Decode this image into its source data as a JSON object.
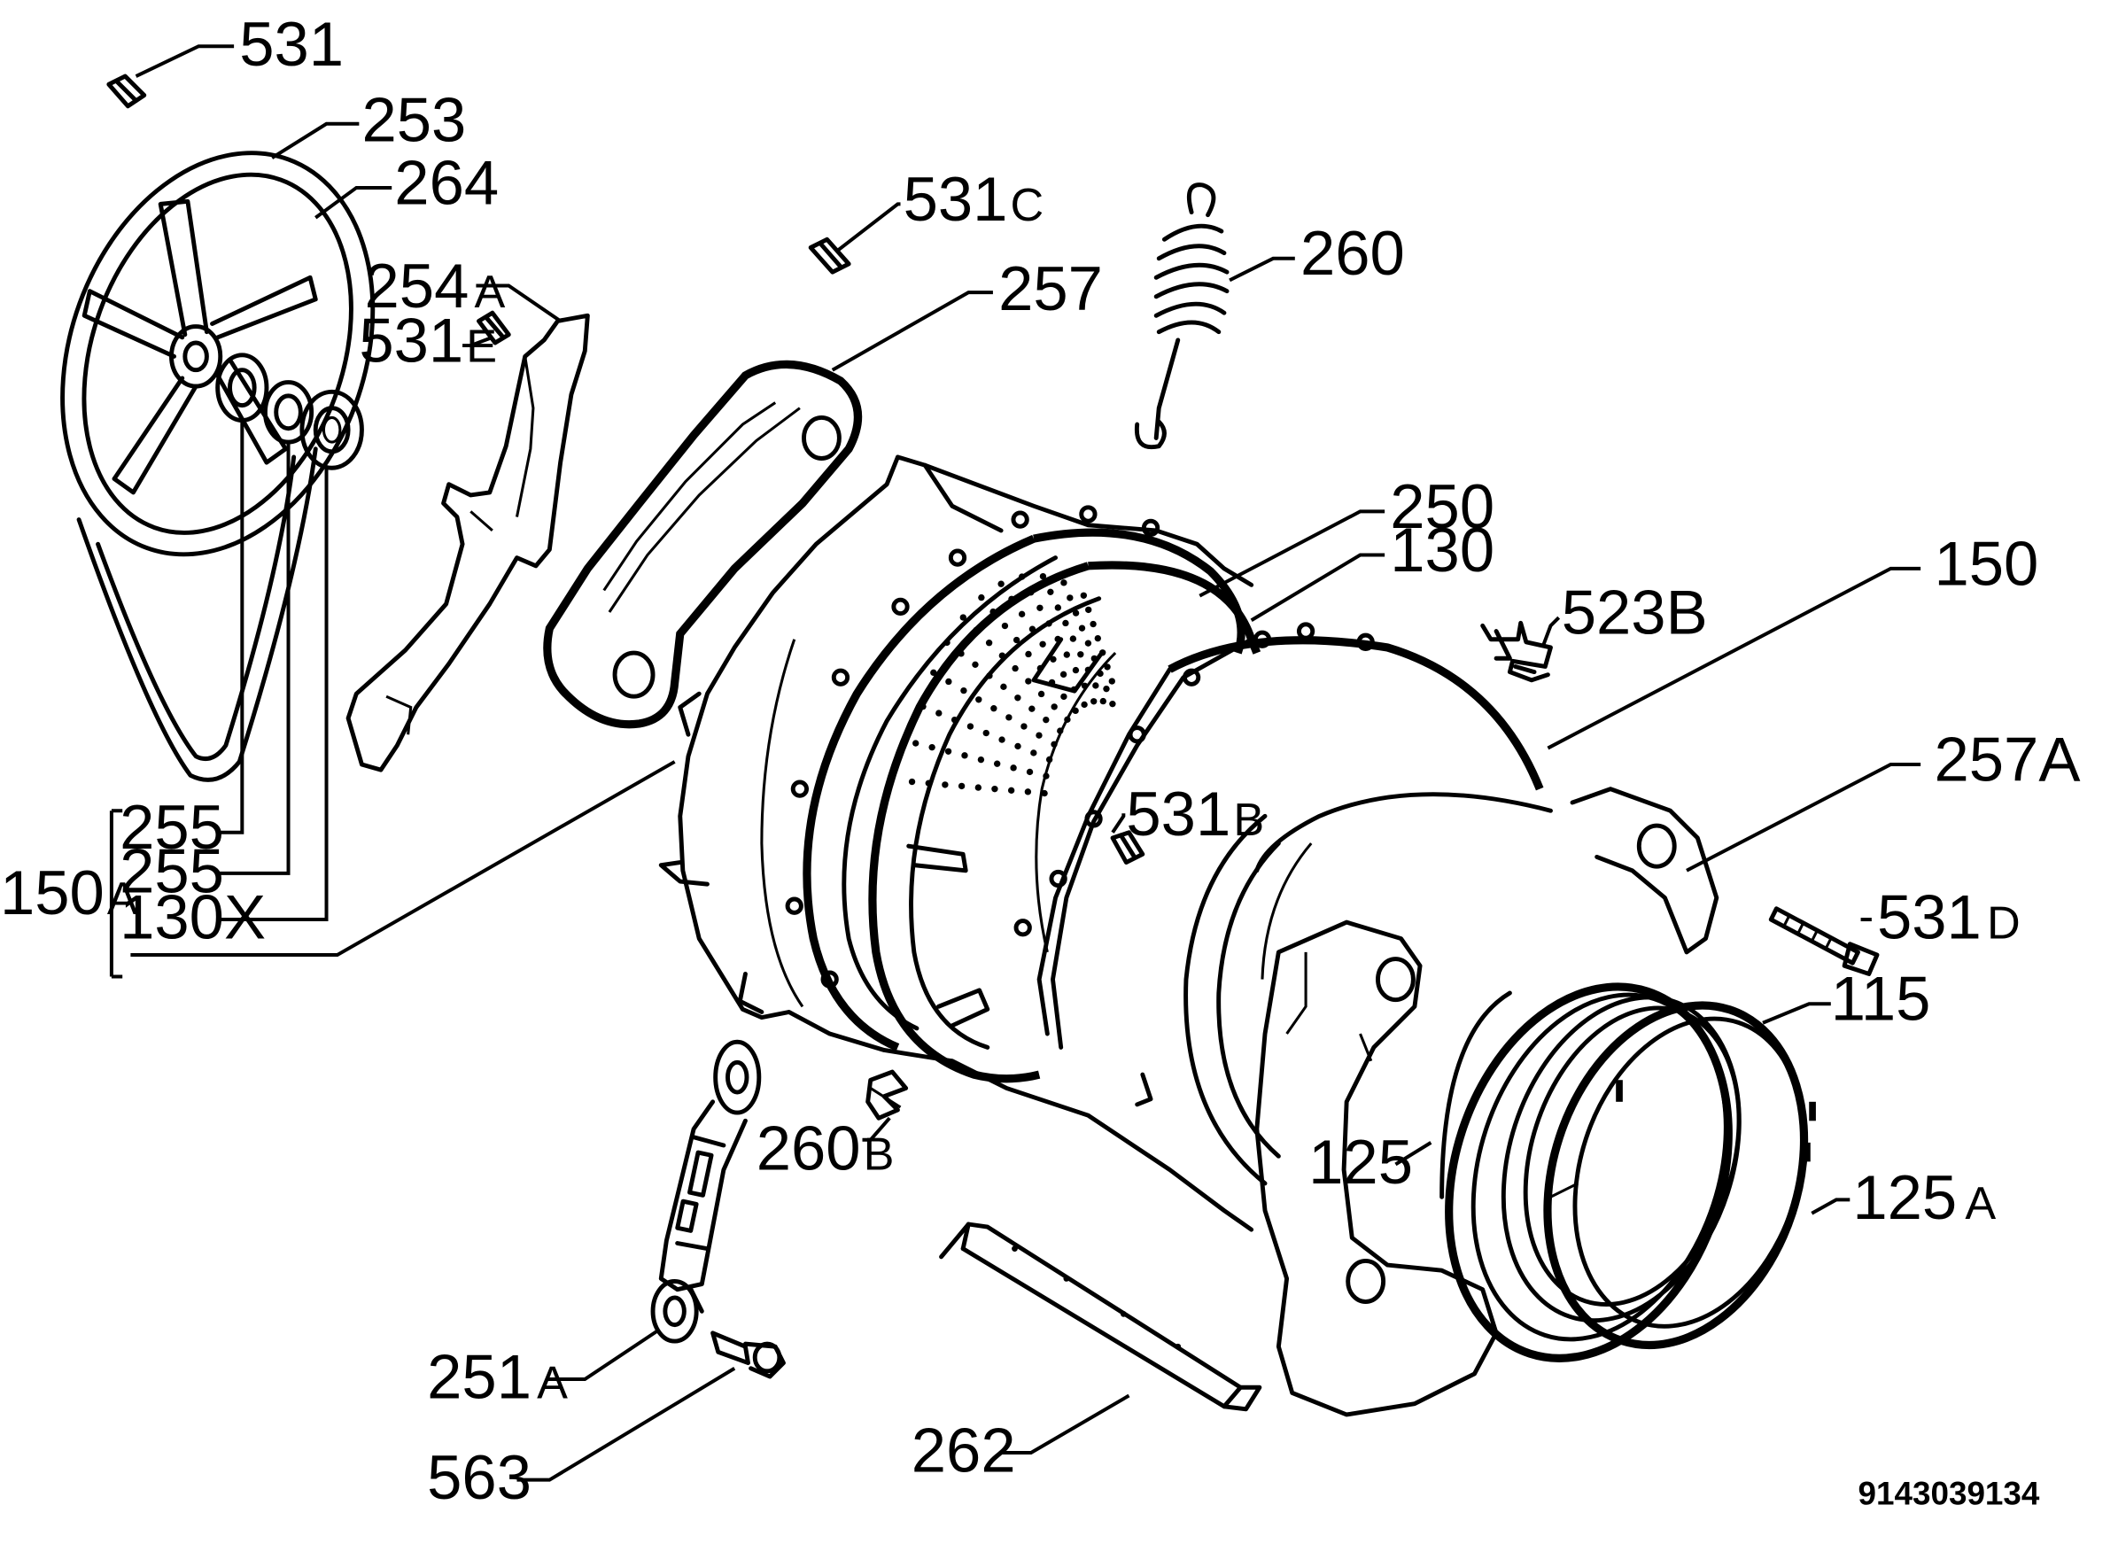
{
  "labels": {
    "p531": {
      "main": "531",
      "suffix": ""
    },
    "p253": {
      "main": "253",
      "suffix": ""
    },
    "p264": {
      "main": "264",
      "suffix": ""
    },
    "p254a": {
      "main": "254",
      "suffix": "A"
    },
    "p531e": {
      "main": "531",
      "suffix": "E"
    },
    "p531c": {
      "main": "531",
      "suffix": "C"
    },
    "p260": {
      "main": "260",
      "suffix": ""
    },
    "p257": {
      "main": "257",
      "suffix": ""
    },
    "p250": {
      "main": "250",
      "suffix": ""
    },
    "p130": {
      "main": "130",
      "suffix": ""
    },
    "p150": {
      "main": "150",
      "suffix": ""
    },
    "p523b": {
      "main": "523B",
      "suffix": ""
    },
    "p257a": {
      "main": "257A",
      "suffix": ""
    },
    "p531b": {
      "main": "531",
      "suffix": "B"
    },
    "p531d": {
      "main": "531",
      "suffix": "D"
    },
    "p115": {
      "main": "115",
      "suffix": ""
    },
    "p125": {
      "main": "125",
      "suffix": ""
    },
    "p125a": {
      "main": "125",
      "suffix": "A"
    },
    "p255a": {
      "main": "255",
      "suffix": ""
    },
    "p255b": {
      "main": "255",
      "suffix": ""
    },
    "p130x": {
      "main": "130X",
      "suffix": ""
    },
    "p150a": {
      "main": "150",
      "suffix": "A"
    },
    "p260b": {
      "main": "260",
      "suffix": "B"
    },
    "p251a": {
      "main": "251",
      "suffix": "A"
    },
    "p563": {
      "main": "563",
      "suffix": ""
    },
    "p262": {
      "main": "262",
      "suffix": ""
    }
  },
  "document_number": "9143039134"
}
